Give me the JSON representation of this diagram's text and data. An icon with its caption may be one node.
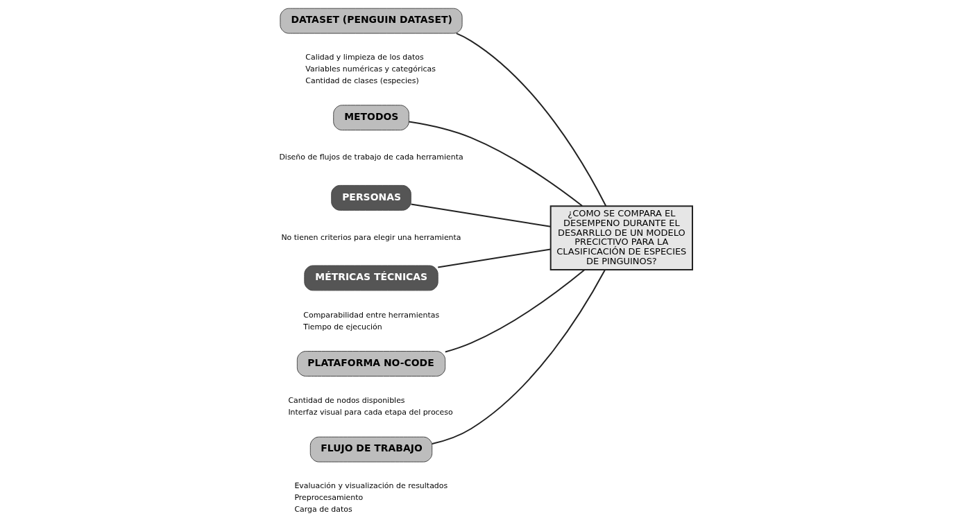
{
  "diagram": {
    "nodes": [
      {
        "text": [
          "DATASET (PENGUIN DATASET)"
        ],
        "beside": [
          "Calidad y limpieza de los datos",
          "Variables numéricas y categóricas",
          "Cantidad de clases (especies)"
        ]
      },
      {
        "text": [
          "METODOS"
        ],
        "beside": [
          "Diseño de flujos de trabajo de cada herramienta"
        ]
      },
      {
        "text": [
          "PERSONAS"
        ],
        "beside": [
          "No tienen criterios para elegir una herramienta"
        ]
      },
      {
        "text": [
          "¿COMO SE COMPARA EL DESEMPENO DURANTE EL DESARRLLO DE UN MODELO PRECICTIVO PARA LA CLASIFICACIÓN DE ESPECIES DE PINGUINOS?"
        ]
      },
      {
        "text": [
          "MÉTRICAS TÉCNICAS"
        ],
        "beside": [
          "Comparabilidad entre herramientas",
          "Tiempo de ejecución"
        ]
      },
      {
        "text": [
          "PLATAFORMA NO-CODE"
        ],
        "beside": [
          "Cantidad de nodos disponibles",
          "Interfaz visual para cada etapa del proceso"
        ]
      },
      {
        "text": [
          "FLUJO DE TRABAJO"
        ],
        "beside": [
          "Evaluación y visualización de resultados",
          "Preprocesamiento",
          "Carga de datos"
        ]
      }
    ],
    "edges": [
      {
        "from": 0,
        "to": 3,
        "arrow": "none"
      },
      {
        "from": 1,
        "to": 3,
        "arrow": "none"
      },
      {
        "from": 2,
        "to": 3,
        "arrow": "none"
      },
      {
        "from": 4,
        "to": 3,
        "arrow": "none"
      },
      {
        "from": 5,
        "to": 3,
        "arrow": "none"
      },
      {
        "from": 6,
        "to": 3,
        "arrow": "none"
      }
    ]
  }
}
